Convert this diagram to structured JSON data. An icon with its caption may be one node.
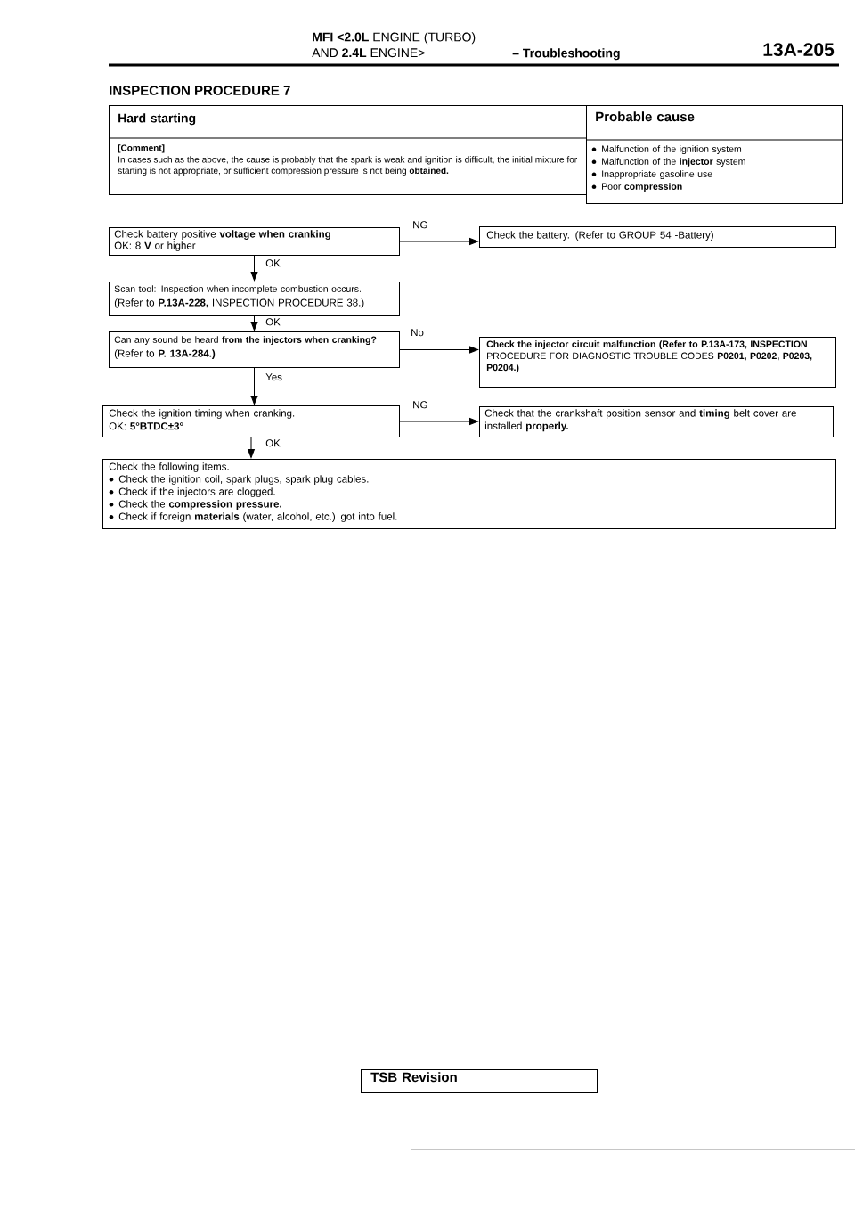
{
  "diagram": {
    "title": "INSPECTION PROCEDURE 7",
    "nodes": [
      {
        "text": [
          "Hard starting",
          "[Comment]",
          "In cases such as the above, the cause is probably that the spark is weak and ignition is difficult, the initial mixture for starting is not appropriate, or sufficient compression pressure is not being **obtained.**"
        ]
      },
      {
        "text": [
          "Probable cause",
          "Malfunction of the ignition system",
          "Malfunction of the **injector** system",
          "Inappropriate gasoline use",
          "Poor **compression**"
        ]
      },
      {
        "text": [
          "Check battery positive **voltage when cranking**",
          "OK: 8 **V** or higher"
        ]
      },
      {
        "text": [
          "Check the battery. (Refer to GROUP 54 -Battery)"
        ]
      },
      {
        "text": [
          "Scan tool: Inspection when incomplete combustion occurs.",
          "(Refer to **P.13A-228,** INSPECTION PROCEDURE 38.)"
        ]
      },
      {
        "text": [
          "Can any sound be heard **from the injectors when cranking?**",
          "(Refer to **P. 13A-284.)**"
        ]
      },
      {
        "text": [
          "**Check the injector circuit malfunction (Refer to P.13A-173, INSPECTION** PROCEDURE FOR DIAGNOSTIC TROUBLE CODES **P0201, P0202, P0203, P0204.)**"
        ]
      },
      {
        "text": [
          "Check the ignition timing when cranking.",
          "OK: **5°BTDC±3°**"
        ]
      },
      {
        "text": [
          "Check that the crankshaft position sensor and **timing** belt cover are installed **properly.**"
        ]
      },
      {
        "text": [
          "Check the following items.",
          "Check the ignition coil, spark plugs, spark plug cables.",
          "Check if the injectors are clogged.",
          "Check the **compression pressure.**",
          "Check if foreign **materials** (water, alcohol, etc.) got into fuel."
        ]
      },
      {
        "text": [
          "TSB Revision"
        ]
      }
    ],
    "edges": [
      {
        "from": 2,
        "to": 3,
        "arrow": "to",
        "label": "NG"
      },
      {
        "from": 2,
        "to": 4,
        "arrow": "to",
        "label": "OK"
      },
      {
        "from": 4,
        "to": 5,
        "arrow": "to",
        "label": "OK"
      },
      {
        "from": 5,
        "to": 6,
        "arrow": "to",
        "label": "No"
      },
      {
        "from": 5,
        "to": 7,
        "arrow": "to",
        "label": "Yes"
      },
      {
        "from": 7,
        "to": 8,
        "arrow": "to",
        "label": "NG"
      },
      {
        "from": 7,
        "to": 9,
        "arrow": "to",
        "label": "OK"
      }
    ],
    "labels": [
      "**MFI <2.0L** ENGINE (TURBO)",
      "AND **2.4L** ENGINE>",
      "– Troubleshooting",
      "13A-205"
    ]
  }
}
